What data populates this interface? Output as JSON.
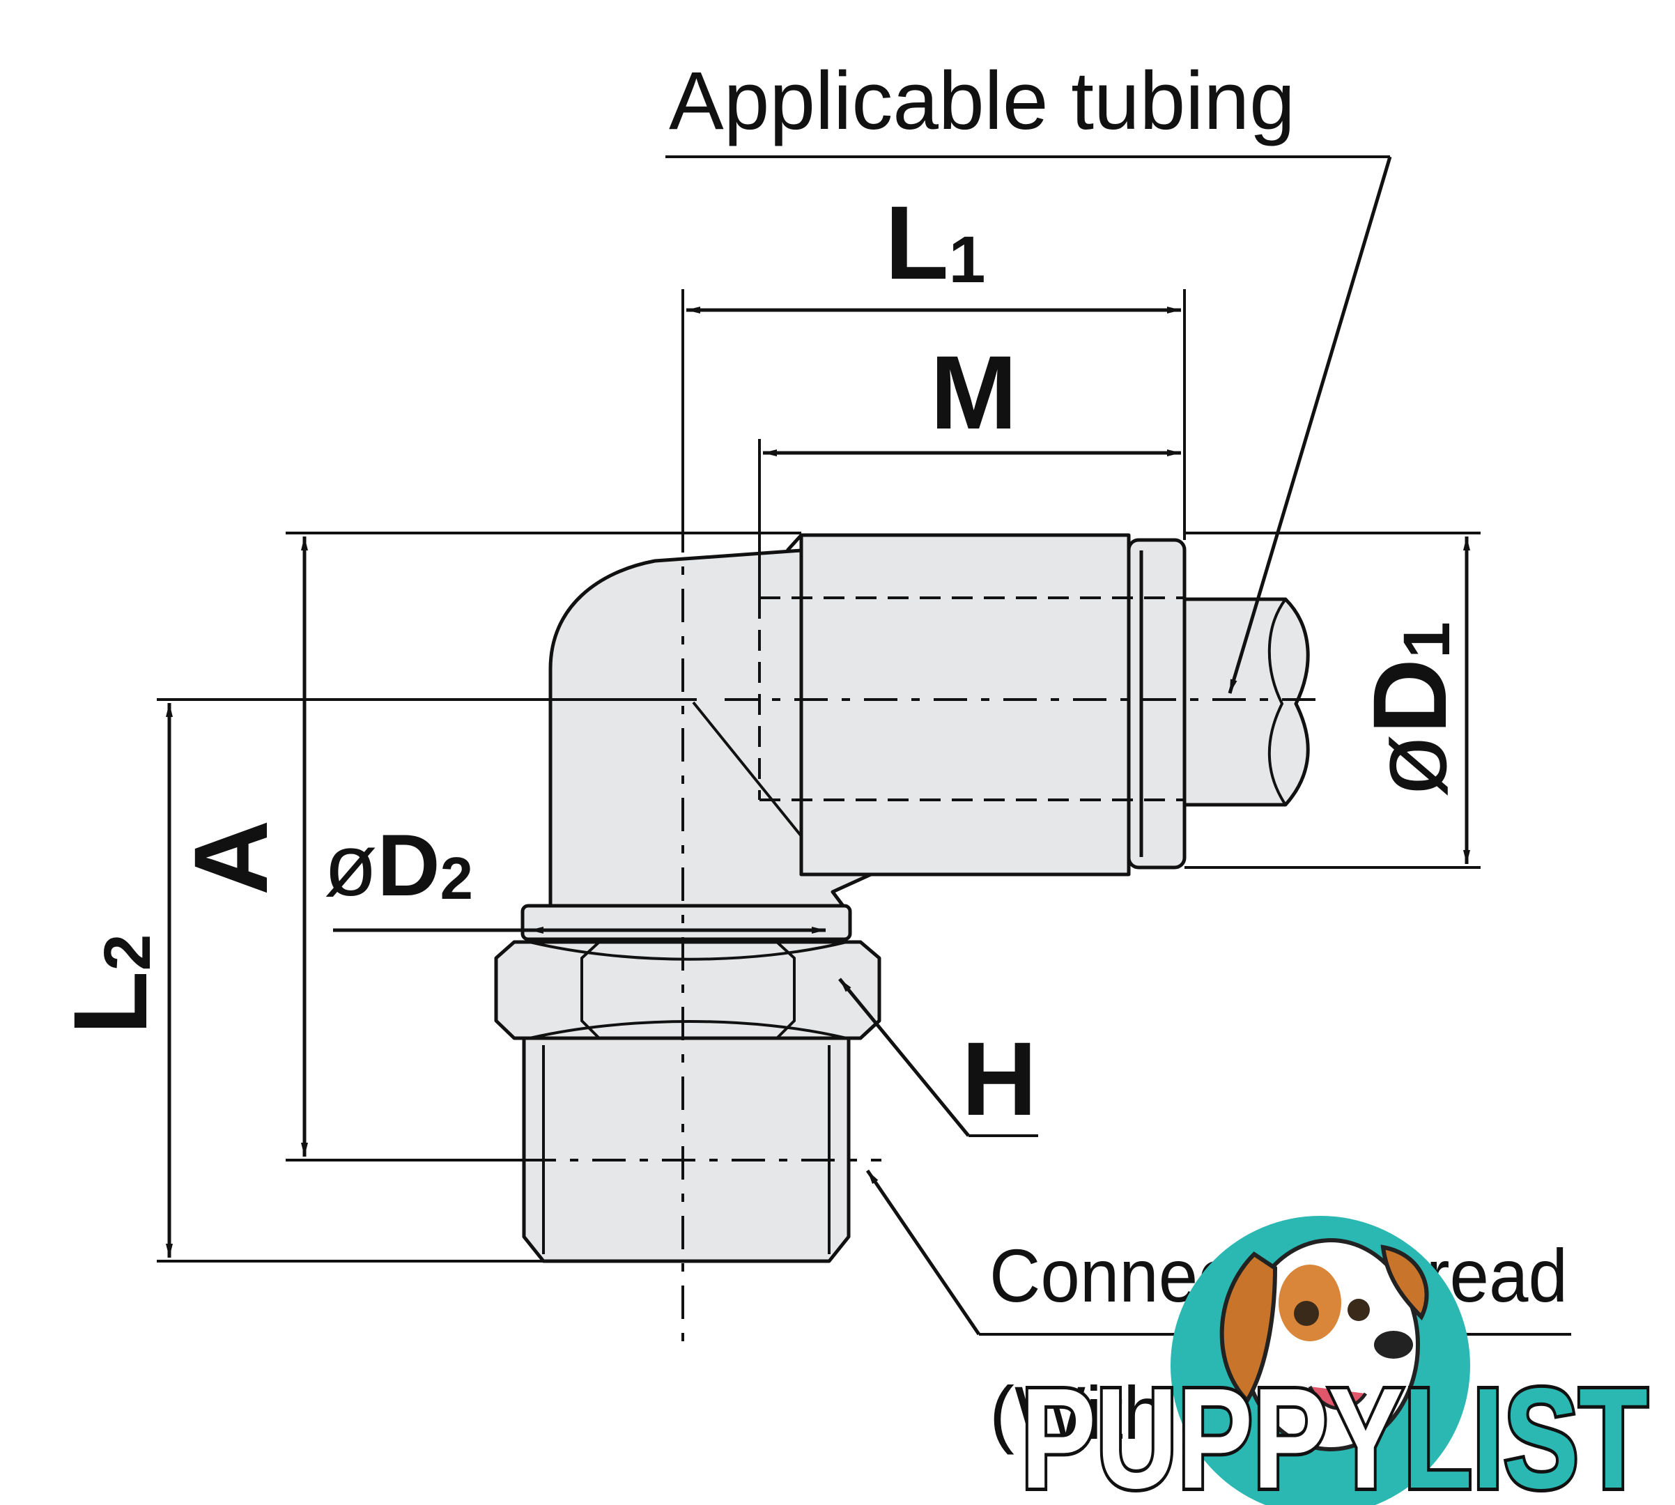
{
  "labels": {
    "applicable_tubing": "Applicable tubing",
    "l1_main": "L",
    "l1_sub": "1",
    "m": "M",
    "a": "A",
    "d2_prefix": "ø",
    "d2_main": "D",
    "d2_sub": "2",
    "l2_main": "L",
    "l2_sub": "2",
    "d1_prefix": "ø",
    "d1_main": "D",
    "d1_sub": "1",
    "h": "H",
    "connection_thread_line1": "Connection thread",
    "connection_thread_line2": "(With sealant)"
  },
  "watermark": {
    "brand": "PUPPYLIST",
    "brand_color": "#2bb8b3"
  },
  "colors": {
    "part_fill": "#e6e7e8",
    "line": "#111111"
  }
}
